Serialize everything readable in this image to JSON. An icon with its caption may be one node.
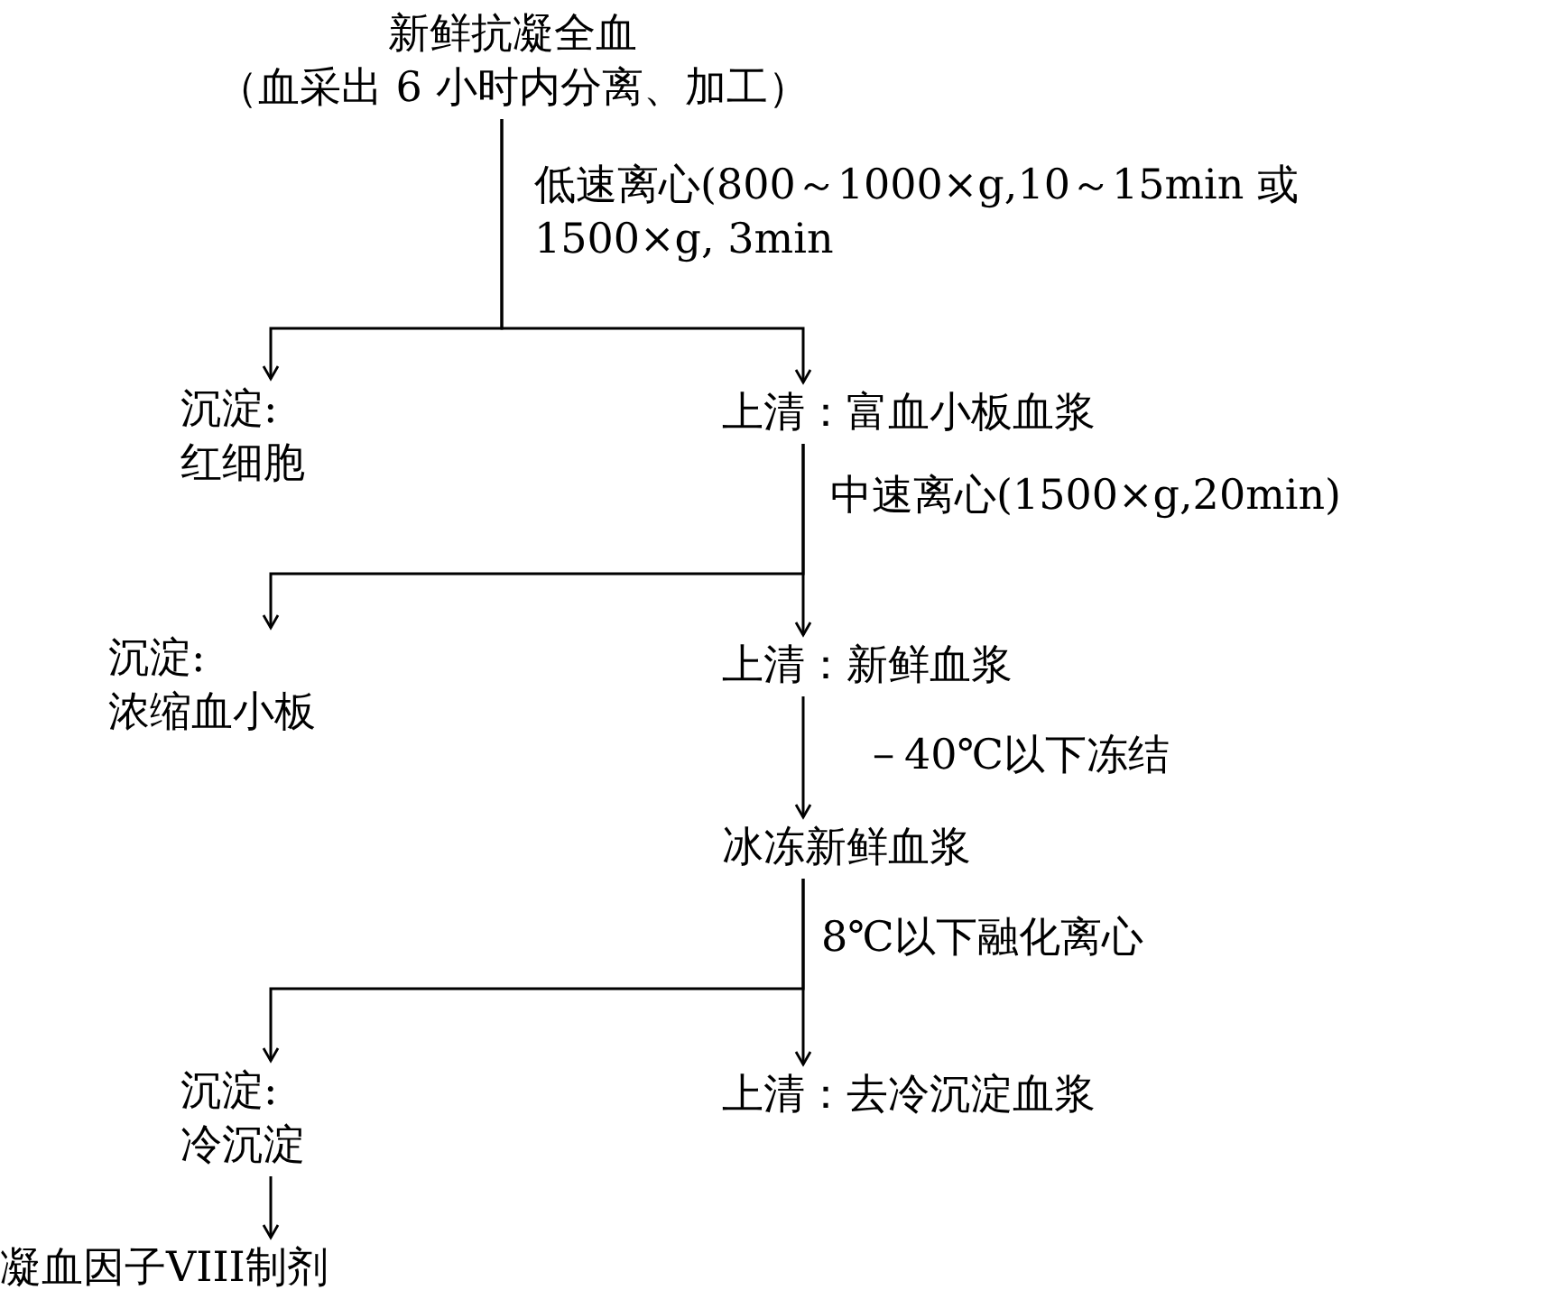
{
  "diagram": {
    "nodes": [
      {
        "text": [
          "新鲜抗凝全血",
          "（血采出 6 小时内分离、加工）"
        ]
      },
      {
        "text": [
          "沉淀:",
          "红细胞"
        ]
      },
      {
        "text": [
          "上清：富血小板血浆"
        ]
      },
      {
        "text": [
          "沉淀:",
          "浓缩血小板"
        ]
      },
      {
        "text": [
          "上清：新鲜血浆"
        ]
      },
      {
        "text": [
          "冰冻新鲜血浆"
        ]
      },
      {
        "text": [
          "沉淀:",
          "冷沉淀"
        ]
      },
      {
        "text": [
          "上清：去冷沉淀血浆"
        ]
      },
      {
        "text": [
          "凝血因子VIII制剂"
        ]
      }
    ],
    "edges": [
      {
        "from": 0,
        "to": 1,
        "arrow": "to"
      },
      {
        "from": 0,
        "to": 2,
        "arrow": "to",
        "label": "低速离心(800～1000×g,10～15min 或 1500×g, 3min"
      },
      {
        "from": 2,
        "to": 3,
        "arrow": "to"
      },
      {
        "from": 2,
        "to": 4,
        "arrow": "to",
        "label": "中速离心(1500×g,20min)"
      },
      {
        "from": 4,
        "to": 5,
        "arrow": "to",
        "label": "－40℃以下冻结"
      },
      {
        "from": 5,
        "to": 6,
        "arrow": "to"
      },
      {
        "from": 5,
        "to": 7,
        "arrow": "to",
        "label": "8℃以下融化离心"
      },
      {
        "from": 6,
        "to": 8,
        "arrow": "to"
      }
    ]
  }
}
